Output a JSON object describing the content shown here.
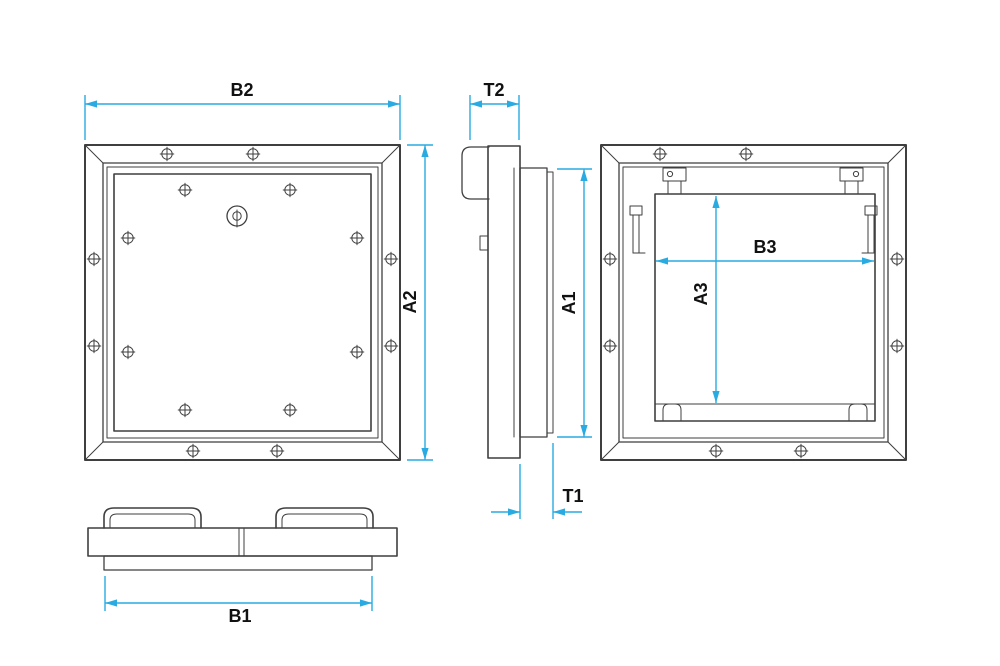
{
  "colors": {
    "background": "#ffffff",
    "line": "#3f3f3f",
    "dimension": "#29abe2",
    "label": "#111111"
  },
  "dimension_labels": {
    "b2": "B2",
    "t2": "T2",
    "a2": "A2",
    "a1": "A1",
    "b3": "B3",
    "a3": "A3",
    "t1": "T1",
    "b1": "B1"
  }
}
